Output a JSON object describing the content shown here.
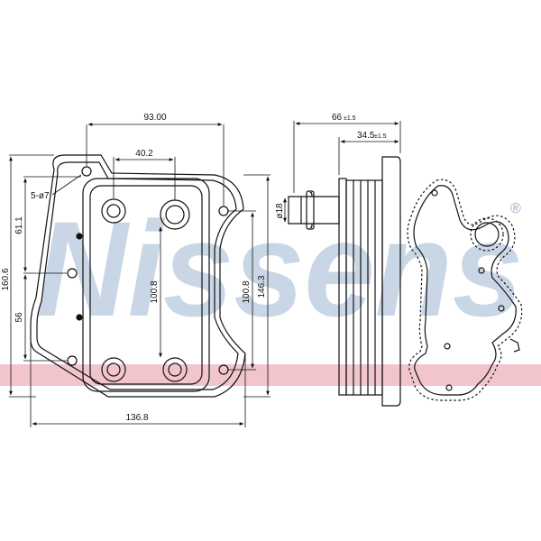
{
  "watermark": {
    "brand": "Nissens",
    "registered_mark": "®",
    "letter_color": "#c9d6e6",
    "stripe_color": "#f2c5cc"
  },
  "front_view": {
    "dims": {
      "top_width": "93.00",
      "hole_spacing": "40.2",
      "holes": "5-ø7",
      "left_upper": "61.1",
      "left_lower": "56",
      "overall_height": "160.6",
      "inner_height": "100.8",
      "right_height": "100.8",
      "right_overall": "146.3",
      "bottom_width": "136.8"
    }
  },
  "side_view": {
    "dims": {
      "overall_depth": "66",
      "overall_depth_tol": "±1.5",
      "body_depth": "34.5",
      "body_depth_tol": "±1.5",
      "pipe_diameter": "ø18"
    }
  },
  "gasket": {
    "label": ""
  }
}
